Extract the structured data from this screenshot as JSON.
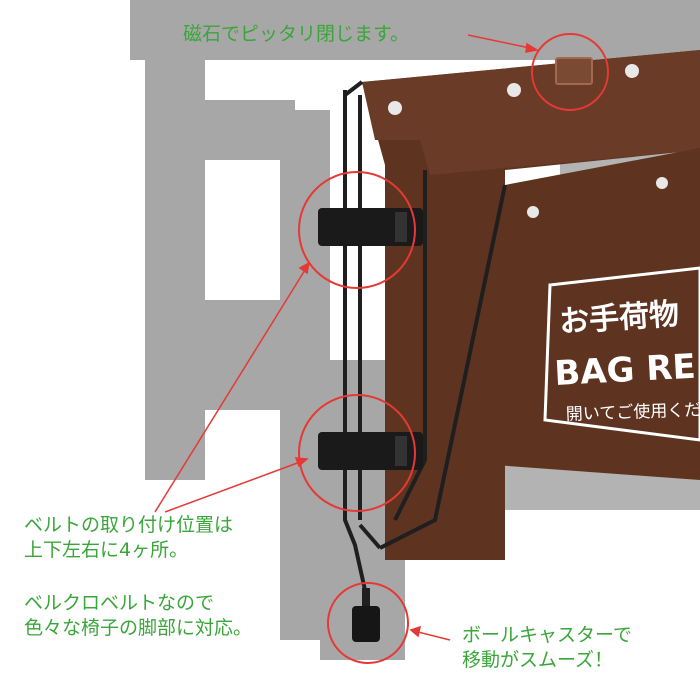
{
  "callouts": {
    "magnet": {
      "line1": "磁石でピッタリ閉じます。"
    },
    "belt_position": {
      "line1": "ベルトの取り付け位置は",
      "line2": "上下左右に4ヶ所。"
    },
    "velcro": {
      "line1": "ベルクロベルトなので",
      "line2": "色々な椅子の脚部に対応。"
    },
    "caster": {
      "line1": "ボールキャスターで",
      "line2": "移動がスムーズ！"
    }
  },
  "panel_sign": {
    "jp_title": "お手荷物",
    "en_title": "BAG RE",
    "instruction": "開いてご使用くださ"
  },
  "colors": {
    "caption_green": "#3aa63a",
    "bag_brown": "#5e3421",
    "chair_gray": "#a7a7a7",
    "highlight_red": "#e53935",
    "frame_black": "#1f1f1f"
  }
}
